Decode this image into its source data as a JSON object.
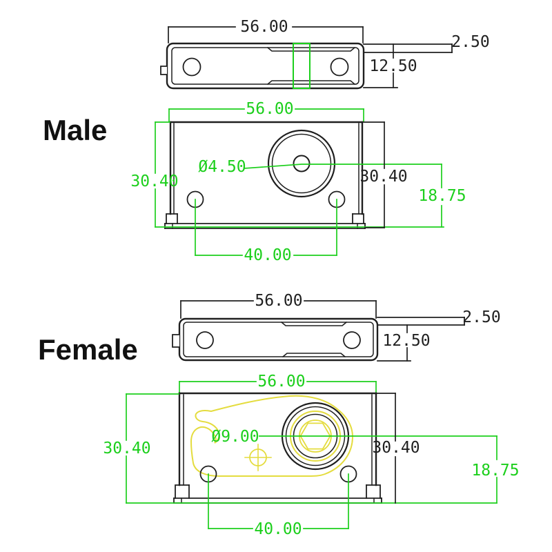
{
  "drawing": {
    "background": "#ffffff",
    "colors": {
      "outline": "#1f1f1f",
      "dimension": "#1ccf1c",
      "highlight": "#e4dc3e"
    },
    "male": {
      "label": "Male",
      "top_view": {
        "width": "56.00",
        "tab_thickness": "2.50",
        "depth": "12.50"
      },
      "front_view": {
        "width": "56.00",
        "height_left": "30.40",
        "height_right": "30.40",
        "hole_diameter": "Ø4.50",
        "hole_center_height": "18.75",
        "hole_spacing": "40.00"
      }
    },
    "female": {
      "label": "Female",
      "top_view": {
        "width": "56.00",
        "tab_thickness": "2.50",
        "depth": "12.50"
      },
      "front_view": {
        "width": "56.00",
        "height_left": "30.40",
        "height_right": "30.40",
        "hole_diameter": "Ø9.00",
        "hole_center_height": "18.75",
        "hole_spacing": "40.00"
      }
    }
  }
}
